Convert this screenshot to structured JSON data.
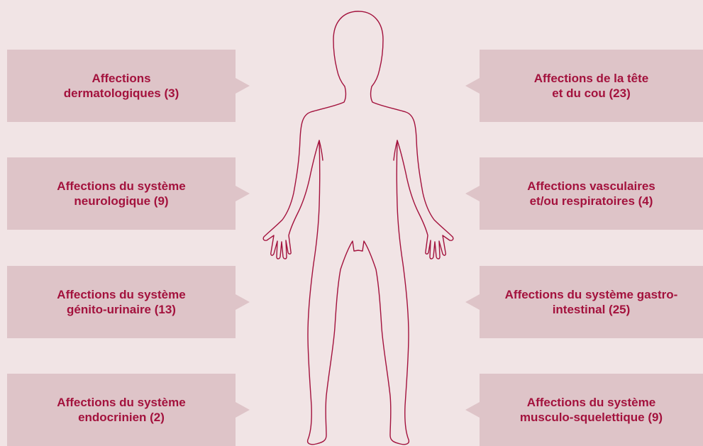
{
  "categories": {
    "left": [
      {
        "label": "Affections\ndermatologiques (3)"
      },
      {
        "label": "Affections du système\nneurologique (9)"
      },
      {
        "label": "Affections du système\ngénito-urinaire (13)"
      },
      {
        "label": "Affections du système\nendocrinien (2)"
      }
    ],
    "right": [
      {
        "label": "Affections de la tête\net du cou (23)"
      },
      {
        "label": "Affections vasculaires\net/ou respiratoires (4)"
      },
      {
        "label": "Affections du système gastro-\nintestinal (25)"
      },
      {
        "label": "Affections du système\nmusculo-squelettique (9)"
      }
    ]
  },
  "colors": {
    "background": "#f1e4e5",
    "box": "#dec4c8",
    "text": "#a3123d",
    "outline": "#a3123d"
  },
  "icons": {
    "body": "human-body-outline-icon"
  }
}
